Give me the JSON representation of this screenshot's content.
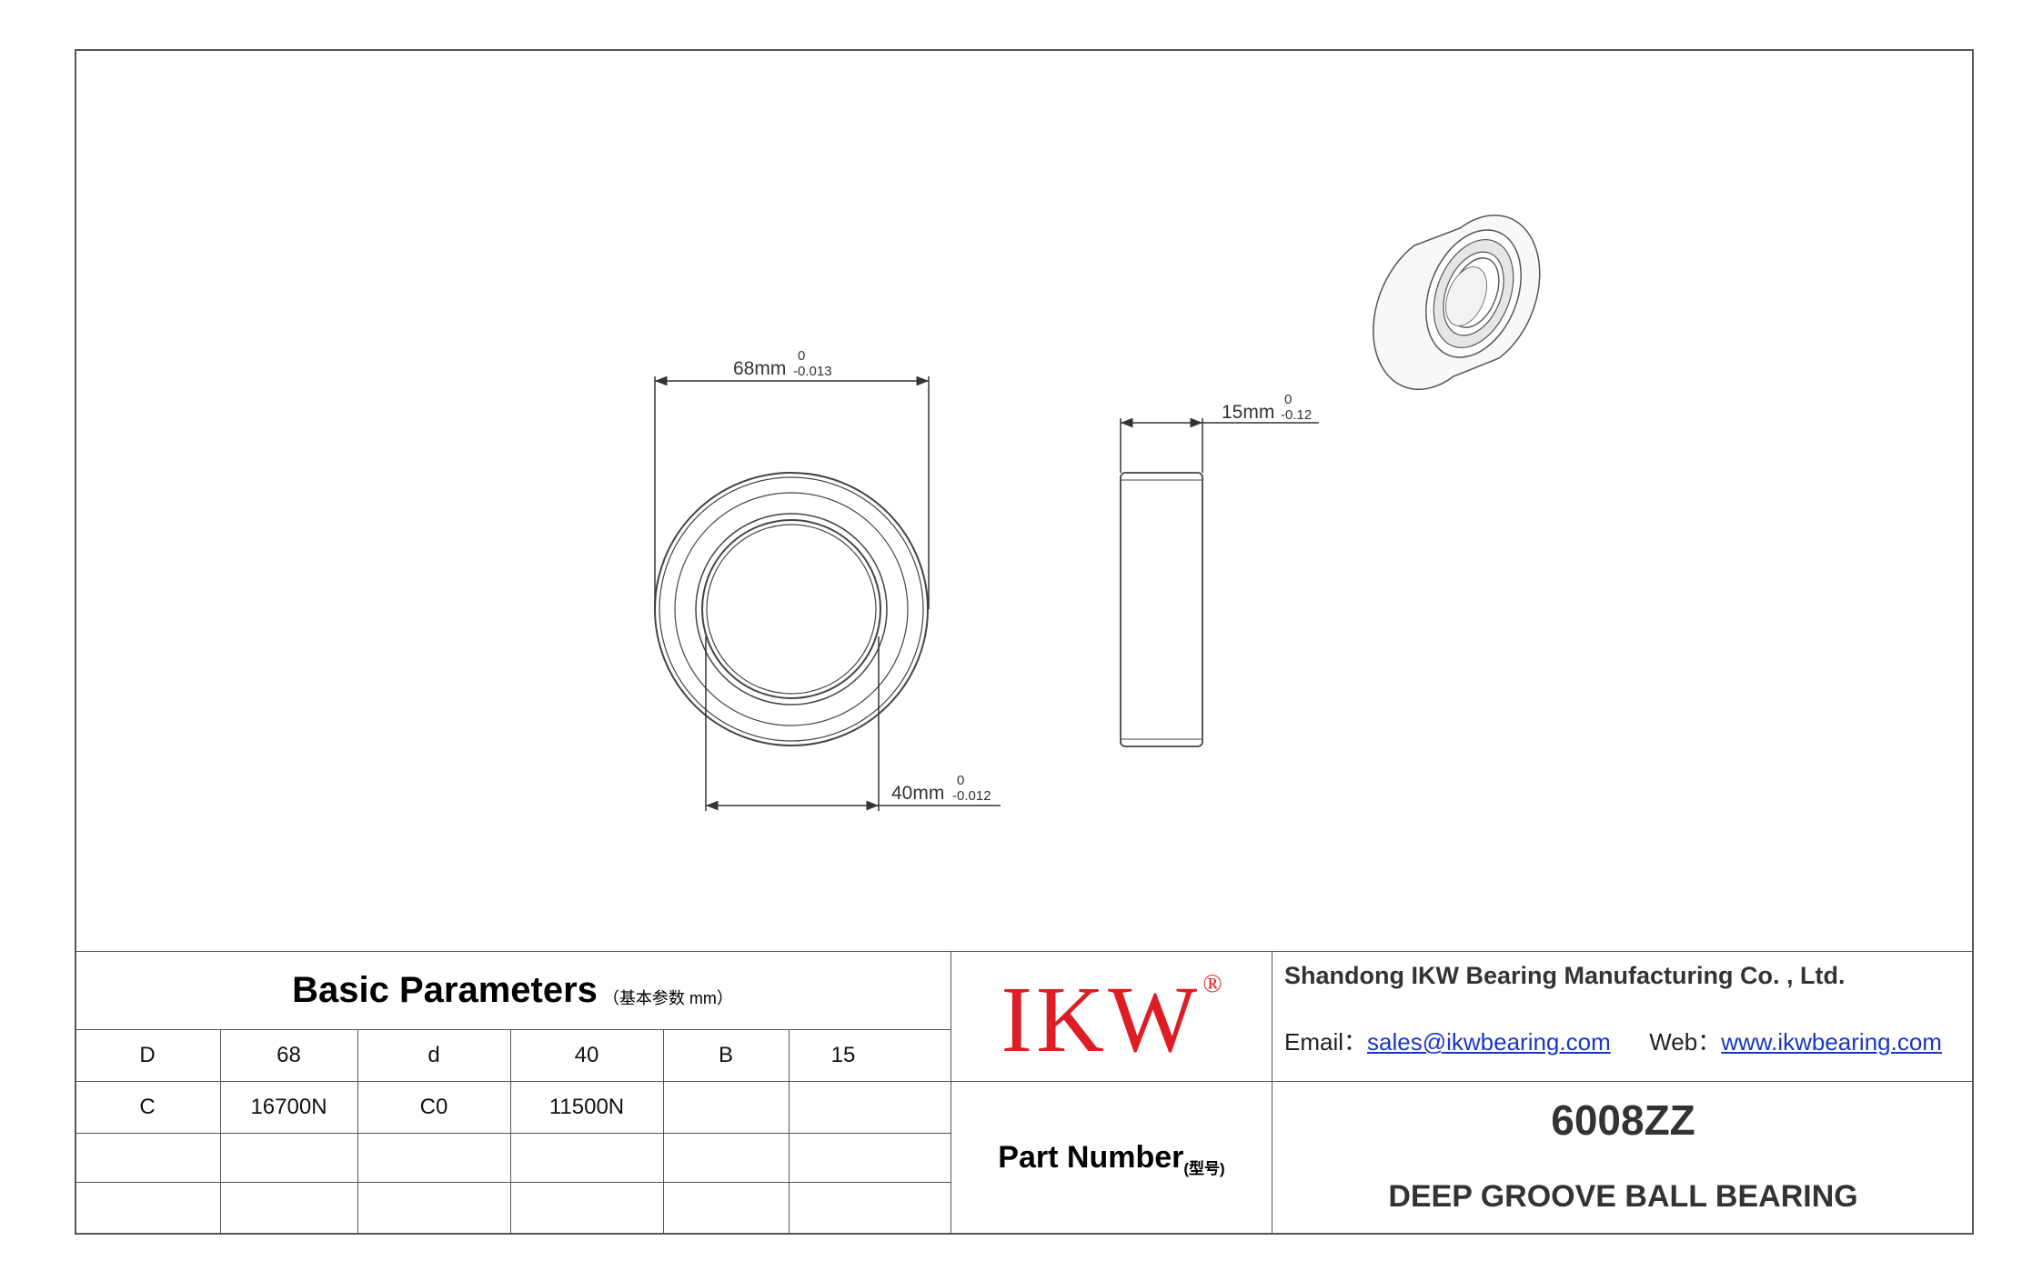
{
  "dimensions": {
    "outer": {
      "label": "68mm",
      "upper": "0",
      "lower": "-0.013"
    },
    "inner": {
      "label": "40mm",
      "upper": "0",
      "lower": "-0.012"
    },
    "width": {
      "label": "15mm",
      "upper": "0",
      "lower": "-0.12"
    }
  },
  "basic_parameters": {
    "title": "Basic Parameters",
    "subtitle": "（基本参数 mm）",
    "rows": [
      [
        "D",
        "68",
        "d",
        "40",
        "B",
        "15"
      ],
      [
        "C",
        "16700N",
        "C0",
        "11500N",
        "",
        ""
      ],
      [
        "",
        "",
        "",
        "",
        "",
        ""
      ],
      [
        "",
        "",
        "",
        "",
        "",
        ""
      ]
    ]
  },
  "brand": {
    "logo_text": "IKW",
    "registered": "®",
    "color": "#dd1c24"
  },
  "company": {
    "name": "Shandong IKW Bearing Manufacturing Co. , Ltd.",
    "email_label": "Email：",
    "email": "sales@ikwbearing.com",
    "web_label": "Web：",
    "web": "www.ikwbearing.com",
    "link_color": "#1a35c8"
  },
  "part": {
    "label": "Part Number",
    "label_cn": "(型号)",
    "number": "6008ZZ",
    "description": "DEEP GROOVE BALL BEARING"
  }
}
